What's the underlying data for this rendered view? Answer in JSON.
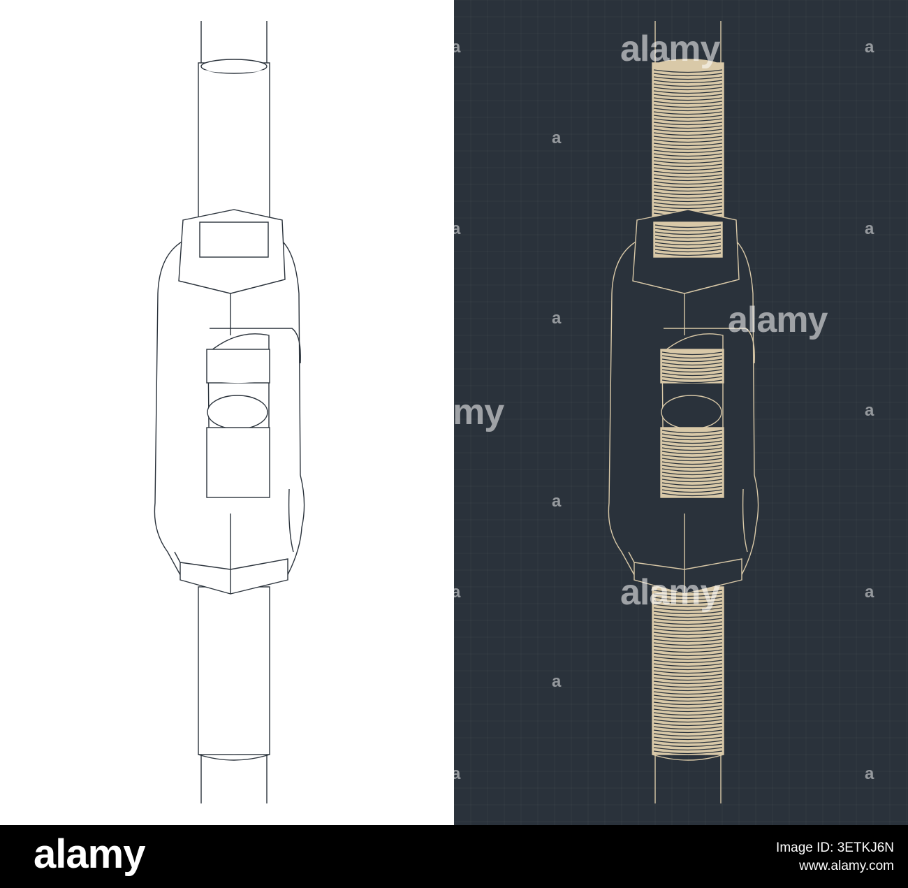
{
  "colors": {
    "light_bg": "#ffffff",
    "light_stroke": "#2a323b",
    "dark_bg": "#2a323b",
    "dark_stroke": "#d9c9a8",
    "dark_thread_fill": "#d9c9a8",
    "footer_bg": "#000000",
    "footer_text": "#ffffff"
  },
  "watermark": {
    "text": "alamy",
    "glyph": "a",
    "partial_left": "my"
  },
  "footer": {
    "logo": "alamy",
    "image_id": "Image ID: 3ETKJ6N",
    "site": "www.alamy.com"
  }
}
